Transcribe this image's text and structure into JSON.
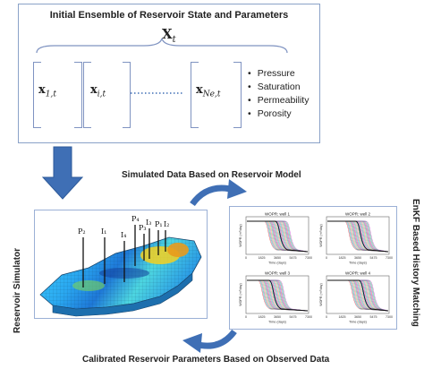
{
  "top": {
    "title": "Initial Ensemble  of Reservoir State and Parameters",
    "ensemble_symbol": "X",
    "ensemble_sub": "t",
    "members": [
      {
        "symbol": "x",
        "sub": "1,t"
      },
      {
        "symbol": "x",
        "sub": "i,t"
      },
      {
        "symbol": "x",
        "sub": "Ne,t"
      }
    ],
    "bullets": [
      "Pressure",
      "Saturation",
      "Permeability",
      "Porosity"
    ]
  },
  "captions": {
    "simulated": "Simulated Data Based on Reservoir Model",
    "calibrated": "Calibrated Reservoir Parameters Based on Observed Data",
    "simulator": "Reservoir Simulator",
    "enkf": "EnKF Based History Matching"
  },
  "wells": [
    "P₂",
    "I₁",
    "I₄",
    "P₄",
    "P₃",
    "I₃",
    "P₁",
    "I₂"
  ],
  "plots": [
    {
      "title": "WOPR: well 1",
      "xticks": [
        "0",
        "1825",
        "3650",
        "5475",
        "7300"
      ],
      "xlabel": "Time (days)",
      "ylabel": "WOPR (m³/day)"
    },
    {
      "title": "WOPR: well 2",
      "xticks": [
        "0",
        "1825",
        "3650",
        "5475",
        "7300"
      ],
      "xlabel": "Time (days)",
      "ylabel": "WOPR (m³/day)"
    },
    {
      "title": "WOPR: well 3",
      "xticks": [
        "0",
        "1825",
        "3650",
        "5475",
        "7300"
      ],
      "xlabel": "Time (days)",
      "ylabel": "WOPR (m³/day)"
    },
    {
      "title": "WOPR: well 4",
      "xticks": [
        "0",
        "1825",
        "3650",
        "5475",
        "7300"
      ],
      "xlabel": "Time (days)",
      "ylabel": "WOPR (m³/day)"
    }
  ],
  "colors": {
    "arrow": "#3f6fb5",
    "frame": "#8aa2c8"
  }
}
